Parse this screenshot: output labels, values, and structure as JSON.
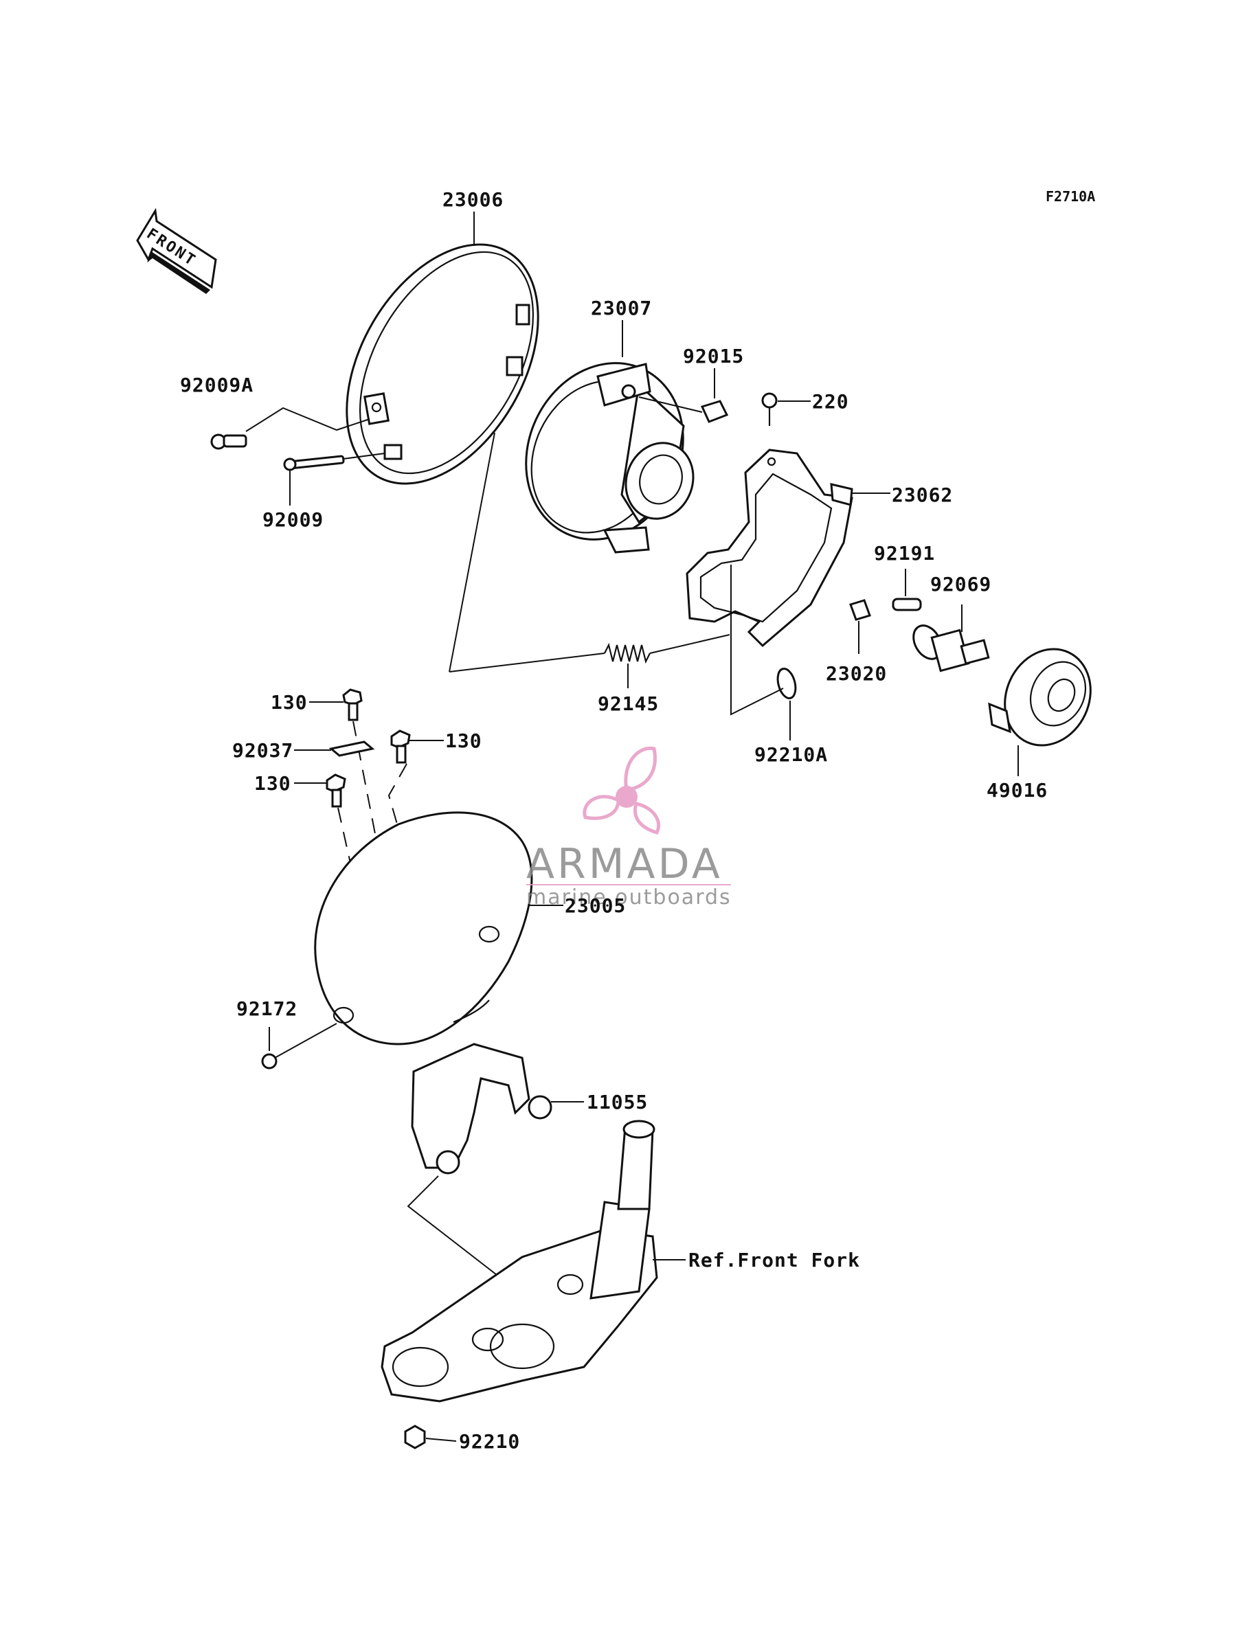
{
  "figure_code": "F2710A",
  "front_arrow_text": "FRONT",
  "watermark": {
    "title": "ARMADA",
    "subtitle": "marine outboards",
    "accent_color": "#e79ac4",
    "text_color": "#8a8a8a"
  },
  "labels": [
    {
      "key": "23006",
      "text": "23006"
    },
    {
      "key": "23007",
      "text": "23007"
    },
    {
      "key": "92015",
      "text": "92015"
    },
    {
      "key": "220",
      "text": "220"
    },
    {
      "key": "92009A",
      "text": "92009A"
    },
    {
      "key": "92009",
      "text": "92009"
    },
    {
      "key": "23062",
      "text": "23062"
    },
    {
      "key": "92191",
      "text": "92191"
    },
    {
      "key": "92069",
      "text": "92069"
    },
    {
      "key": "23020",
      "text": "23020"
    },
    {
      "key": "92145",
      "text": "92145"
    },
    {
      "key": "92210A",
      "text": "92210A"
    },
    {
      "key": "49016",
      "text": "49016"
    },
    {
      "key": "130a",
      "text": "130"
    },
    {
      "key": "130b",
      "text": "130"
    },
    {
      "key": "130c",
      "text": "130"
    },
    {
      "key": "92037",
      "text": "92037"
    },
    {
      "key": "23005",
      "text": "23005"
    },
    {
      "key": "92172",
      "text": "92172"
    },
    {
      "key": "11055",
      "text": "11055"
    },
    {
      "key": "ref_front_fork",
      "text": "Ref.Front Fork"
    },
    {
      "key": "92210",
      "text": "92210"
    }
  ]
}
